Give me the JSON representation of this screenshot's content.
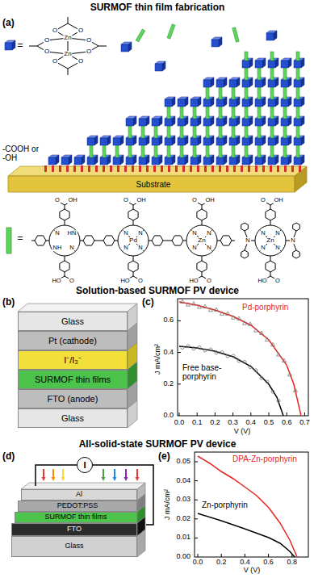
{
  "diagram": {
    "nodes": [
      {
        "text": [
          "Glass"
        ]
      },
      {
        "text": [
          "Pt (cathode)"
        ]
      },
      {
        "text": [
          "I⁻/I₃⁻"
        ]
      },
      {
        "text": [
          "SURMOF thin films"
        ]
      },
      {
        "text": [
          "FTO (anode)"
        ]
      },
      {
        "text": [
          "Glass"
        ]
      },
      {
        "text": [
          "I"
        ]
      },
      {
        "text": [
          "Al"
        ]
      },
      {
        "text": [
          "PEDOT:PSS"
        ]
      },
      {
        "text": [
          "SURMOF thin films"
        ]
      },
      {
        "text": [
          "FTO"
        ]
      },
      {
        "text": [
          "Glass"
        ]
      }
    ],
    "labels": [
      "SURMOF thin film fabrication",
      "(a)",
      "=",
      "Zn",
      "Zn",
      "O",
      "O",
      "O",
      "O",
      "O",
      "O",
      "O",
      "O",
      "-COOH or -OH",
      "Substrate",
      "=",
      "O",
      "OH",
      "HO",
      "O",
      "N",
      "HN",
      "NH",
      "N",
      "O",
      "OH",
      "HO",
      "O",
      "N",
      "N",
      "N",
      "N",
      "Pd",
      "O",
      "OH",
      "HO",
      "O",
      "N",
      "N",
      "N",
      "N",
      "Zn",
      "O",
      "OH",
      "HO",
      "O",
      "N",
      "N",
      "N",
      "N",
      "Zn",
      "N",
      "N",
      "Solution-based SURMOF PV device",
      "(b)",
      "(c)",
      "Pd-porphyrin",
      "Free base-porphyrin",
      "J mA/cm²",
      "V (V)",
      "0.0",
      "0.2",
      "0.4",
      "0.6",
      "0.0",
      "0.1",
      "0.2",
      "0.3",
      "0.4",
      "0.5",
      "0.6",
      "0.7",
      "All-solid-state SURMOF PV device",
      "(d)",
      "(e)",
      "DPA-Zn-porphyrin",
      "Zn-porphyrin",
      "J mA/cm²",
      "V (V)",
      "0.00",
      "0.01",
      "0.02",
      "0.03",
      "0.04",
      "0.05",
      "0.0",
      "0.2",
      "0.4",
      "0.6",
      "0.8"
    ]
  }
}
